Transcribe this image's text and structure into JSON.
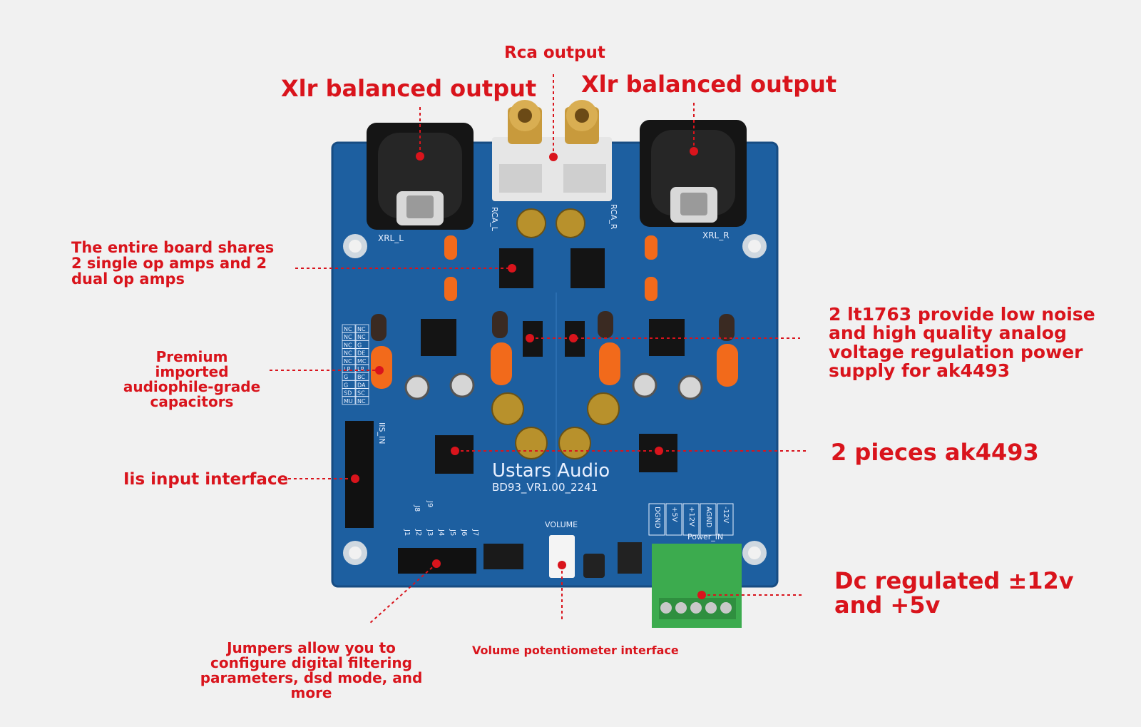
{
  "colors": {
    "annotation": "#d9141c",
    "pcb": "#1d5fa0",
    "background": "#f1f1f1",
    "capacitor_film": "#f26a1b",
    "terminal": "#3cab4e"
  },
  "annotations": {
    "xlr_left": "Xlr balanced output",
    "rca": "Rca output",
    "xlr_right": "Xlr balanced output",
    "op_amps": "The entire board shares 2 single op amps and 2 dual op amps",
    "capacitors": "Premium imported audiophile-grade capacitors",
    "iis_input": "Iis input interface",
    "jumpers": "Jumpers allow you to configure digital filtering parameters, dsd mode, and more",
    "volume": "Volume potentiometer interface",
    "lt1763": "2 lt1763 provide low noise and high quality analog voltage regulation power supply for ak4493",
    "ak4493": "2 pieces ak4493",
    "power": "Dc regulated ±12v and +5v"
  },
  "board": {
    "brand": "Ustars Audio",
    "model": "BD93_VR1.00_2241",
    "xlr_l": "XRL_L",
    "xlr_r": "XRL_R",
    "rca_l": "RCA_L",
    "rca_r": "RCA_R",
    "iis_in": "IIS_IN",
    "volume": "VOLUME",
    "power_in": "Power_IN",
    "power_pins": [
      "DGND",
      "+5V",
      "+12V",
      "AGND",
      "-12V"
    ],
    "jumper_labels": [
      "J1",
      "J2",
      "J3",
      "J4",
      "J5",
      "J6",
      "J7"
    ],
    "j8": "J8",
    "j9": "J9",
    "pin_left": [
      "NC",
      "NC",
      "NC",
      "NC",
      "NC",
      "LR",
      "G",
      "G",
      "SD",
      "MU"
    ],
    "pin_right": [
      "NC",
      "NC",
      "G",
      "DE",
      "MC",
      "LR",
      "BC",
      "DA",
      "SC",
      "NC"
    ]
  }
}
